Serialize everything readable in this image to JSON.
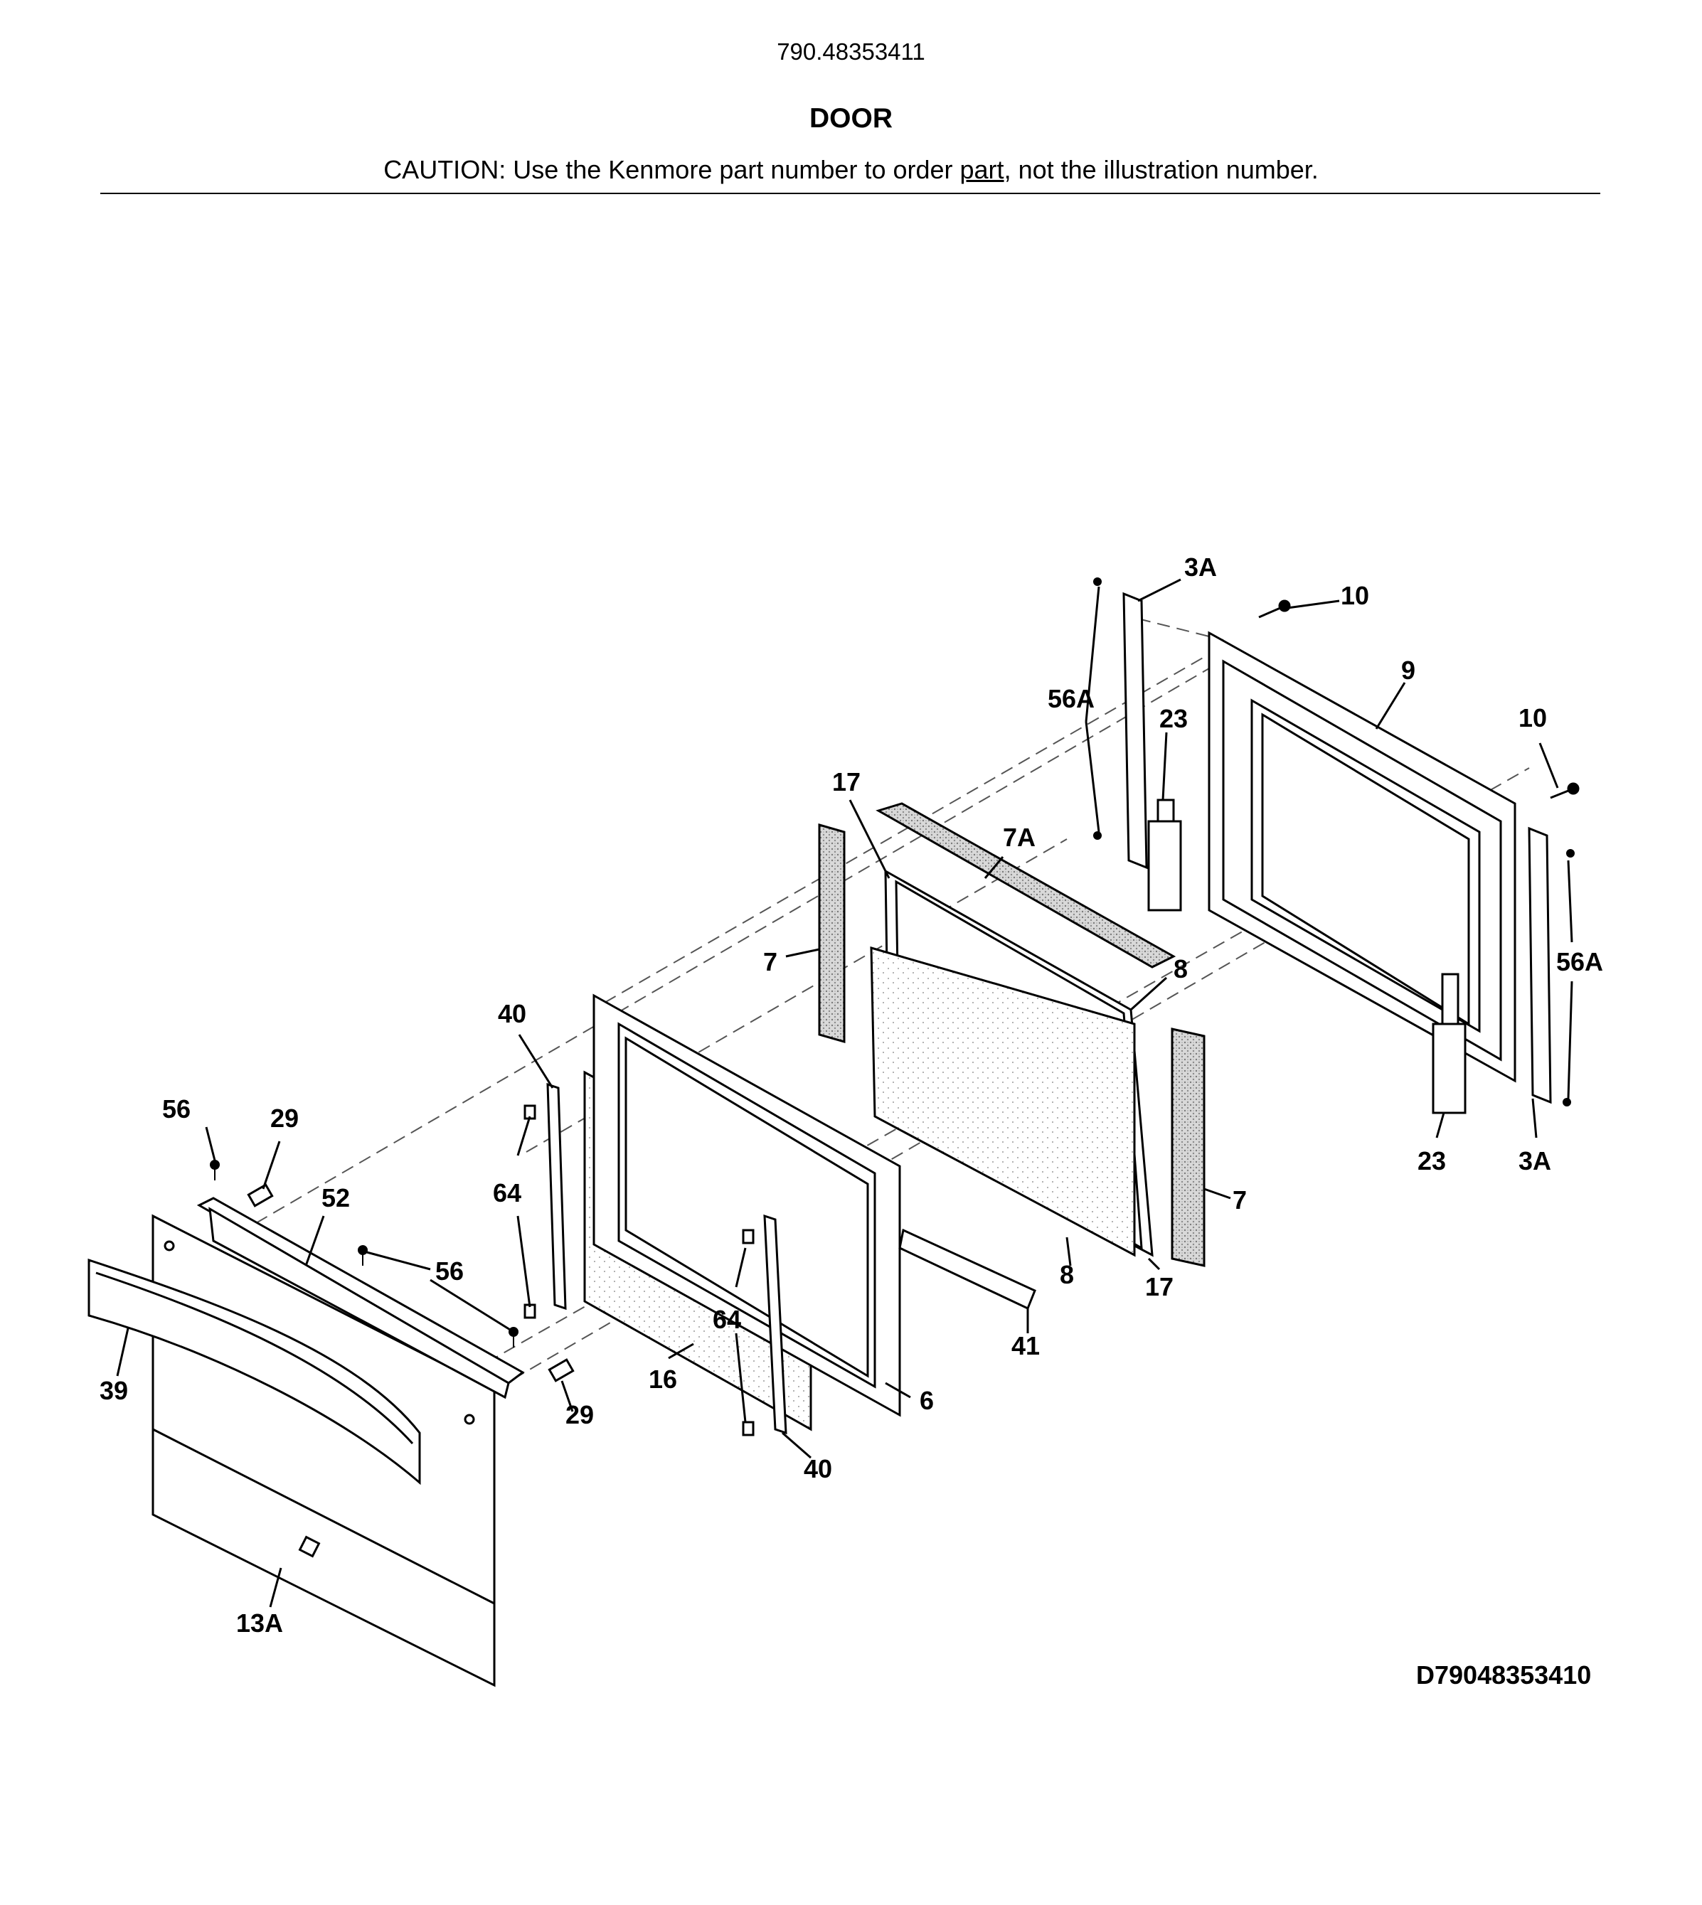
{
  "header": {
    "model_number": "790.48353411",
    "title": "DOOR",
    "caution_prefix": "CAUTION: Use the Kenmore part number to order ",
    "caution_link": "part",
    "caution_suffix": ", not the illustration number."
  },
  "drawing_id": "D79048353410",
  "callouts": {
    "c_3a_top": "3A",
    "c_10_top": "10",
    "c_9": "9",
    "c_10_right": "10",
    "c_56a_left": "56A",
    "c_23_top": "23",
    "c_17_top": "17",
    "c_7a": "7A",
    "c_56a_right": "56A",
    "c_7_left": "7",
    "c_8_top": "8",
    "c_40_top": "40",
    "c_56_top": "56",
    "c_29_top": "29",
    "c_52": "52",
    "c_64_left": "64",
    "c_23_bottom": "23",
    "c_3a_bottom": "3A",
    "c_7_right": "7",
    "c_56_mid": "56",
    "c_8_bottom": "8",
    "c_17_bottom": "17",
    "c_41": "41",
    "c_64_mid": "64",
    "c_39": "39",
    "c_16": "16",
    "c_6": "6",
    "c_29_bottom": "29",
    "c_40_bottom": "40",
    "c_13a": "13A"
  }
}
